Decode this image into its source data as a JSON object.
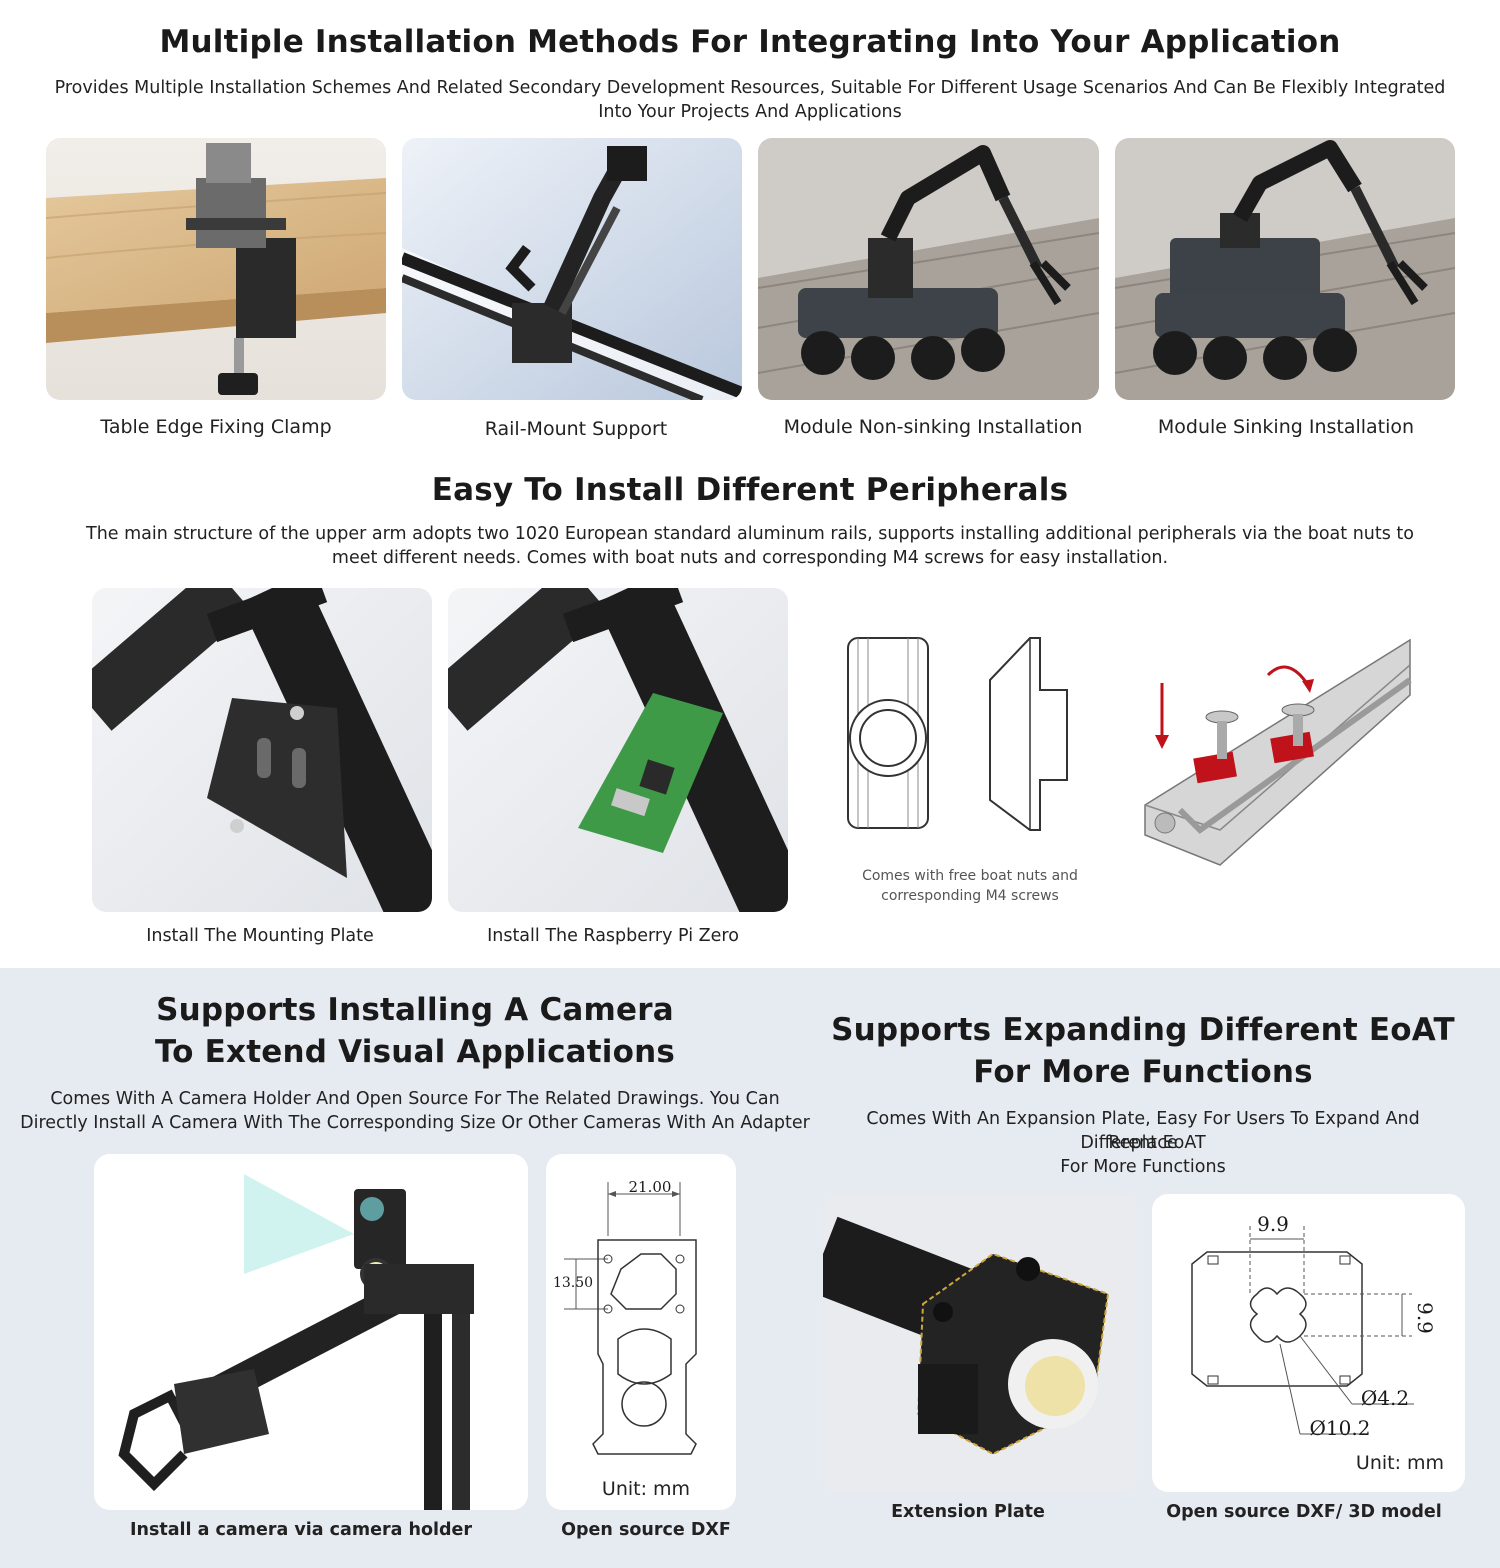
{
  "section1": {
    "title": "Multiple Installation Methods For Integrating Into Your Application",
    "subtitle_line1": "Provides Multiple Installation Schemes And Related Secondary Development Resources, Suitable For Different Usage Scenarios And Can Be Flexibly Integrated",
    "subtitle_line2": "Into Your Projects And Applications",
    "captions": [
      "Table Edge Fixing Clamp",
      "Rail-Mount Support",
      "Module Non-sinking Installation",
      "Module Sinking Installation"
    ]
  },
  "section2": {
    "title": "Easy To Install Different Peripherals",
    "subtitle_line1": "The main structure of the upper arm adopts two 1020 European standard aluminum rails, supports installing additional peripherals via the boat nuts to",
    "subtitle_line2": "meet different needs. Comes with boat nuts and corresponding M4 screws for easy installation.",
    "captions": [
      "Install The Mounting Plate",
      "Install The Raspberry Pi Zero"
    ],
    "diagram_note_line1": "Comes with free boat nuts and",
    "diagram_note_line2": "corresponding M4 screws"
  },
  "section3": {
    "title_line1": "Supports Installing A Camera",
    "title_line2": "To Extend Visual Applications",
    "subtitle_line1": "Comes With A Camera Holder And Open Source For The Related Drawings. You Can",
    "subtitle_line2": "Directly Install A Camera With The Corresponding Size Or Other Cameras With An Adapter",
    "captions": [
      "Install a camera via camera holder",
      "Open source DXF"
    ],
    "dim_width": "21.00",
    "dim_height": "13.50",
    "unit": "Unit: mm"
  },
  "section4": {
    "title_line1": "Supports Expanding Different EoAT",
    "title_line2": "For More Functions",
    "subtitle_line1": "Comes With An Expansion Plate, Easy For Users To Expand And Replace",
    "subtitle_line2": "Different EoAT",
    "subtitle_line3": "For More Functions",
    "captions": [
      "Extension Plate",
      "Open source DXF/ 3D model"
    ],
    "dim_top": "9.9",
    "dim_side": "9.9",
    "dim_hole_small": "Ø4.2",
    "dim_hole_large": "Ø10.2",
    "unit": "Unit: mm"
  },
  "colors": {
    "band": "#e6eaf1",
    "accent_red": "#c0121a",
    "wood": "#d8b98a"
  }
}
